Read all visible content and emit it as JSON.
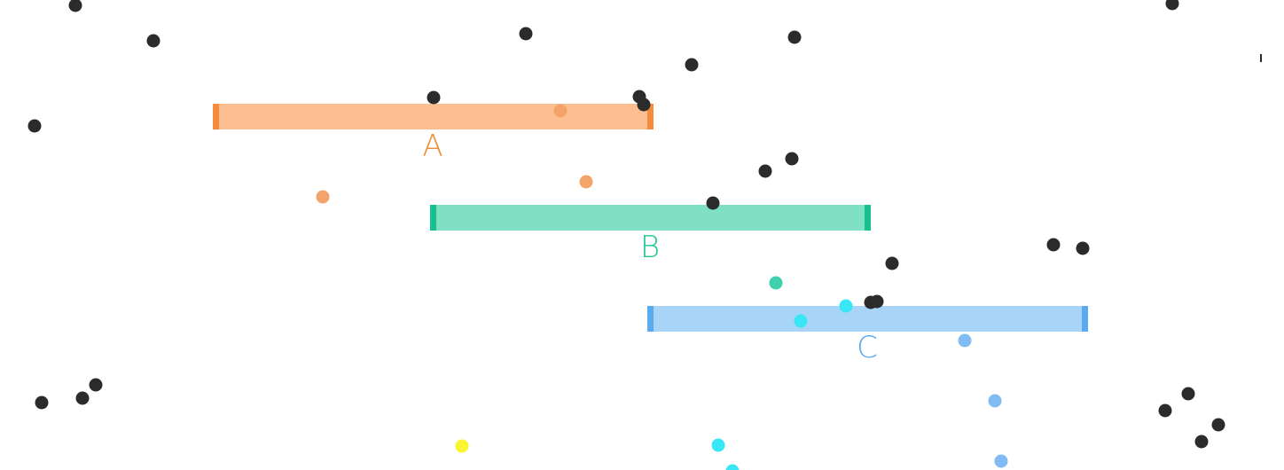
{
  "bars": [
    {
      "label": "A",
      "fill": "#fdbf8f",
      "cap": "#f58b3c",
      "text_color": "#e8913a"
    },
    {
      "label": "B",
      "fill": "#7fe0c3",
      "cap": "#17c08e",
      "text_color": "#20c597"
    },
    {
      "label": "C",
      "fill": "#a8d4f8",
      "cap": "#5aaaf0",
      "text_color": "#5aaaf0"
    }
  ],
  "colors": {
    "background": "#ffffff",
    "dot_dark": "#2b2b2b",
    "dot_orange": "#f4a46a",
    "dot_green": "#3fd0ad",
    "dot_cyan": "#38e6f5",
    "dot_blue": "#80bbf3",
    "dot_yellow": "#fbf531"
  }
}
